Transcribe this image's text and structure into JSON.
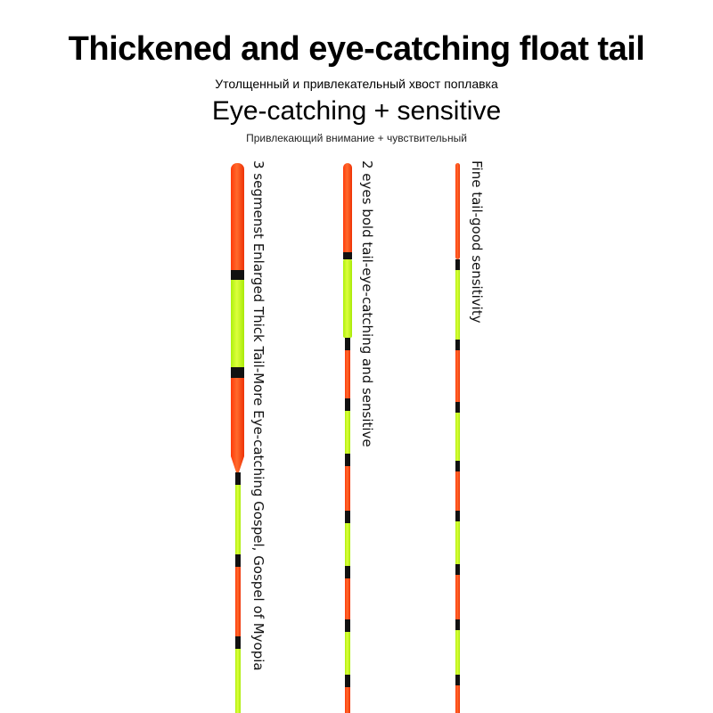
{
  "header": {
    "title": "Thickened and eye-catching float tail",
    "title_ru": "Утолщенный и привлекательный хвост поплавка",
    "subtitle": "Eye-catching + sensitive",
    "subtitle_ru": "Привлекающий внимание + чувствительный"
  },
  "floats": [
    {
      "label": "3 segmenst Enlarged Thick Tail-More Eye-catching Gospel, Gospel of Myopia"
    },
    {
      "label": "2 eyes bold tail-eye-catching and sensitive"
    },
    {
      "label": "Fine tail-good sensitivity"
    }
  ],
  "colors": {
    "orange": "#ff4a14",
    "green": "#c8ff1e",
    "black": "#111111"
  }
}
